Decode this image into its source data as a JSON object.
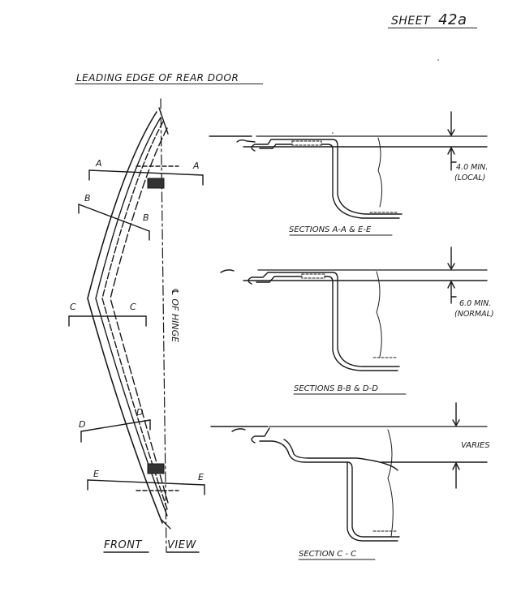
{
  "sheet": {
    "prefix": "SHEET",
    "number": "42a"
  },
  "title": "LEADING EDGE OF REAR DOOR",
  "front_view": {
    "word1": "FRONT",
    "word2": "VIEW",
    "hinge_label": "℄ OF HINGE"
  },
  "section_cuts": [
    "A",
    "A",
    "B",
    "B",
    "C",
    "C",
    "D",
    "D",
    "E",
    "E"
  ],
  "sections": [
    {
      "label": "SECTIONS A-A & E-E",
      "dimension": "4.0 MIN.",
      "note": "(LOCAL)"
    },
    {
      "label": "SECTIONS B-B & D-D",
      "dimension": "6.0 MIN.",
      "note": "(NORMAL)"
    },
    {
      "label": "SECTION  C - C",
      "dimension": "VARIES",
      "note": ""
    }
  ],
  "colors": {
    "ink": "#1a1a1a",
    "paper": "#ffffff"
  }
}
